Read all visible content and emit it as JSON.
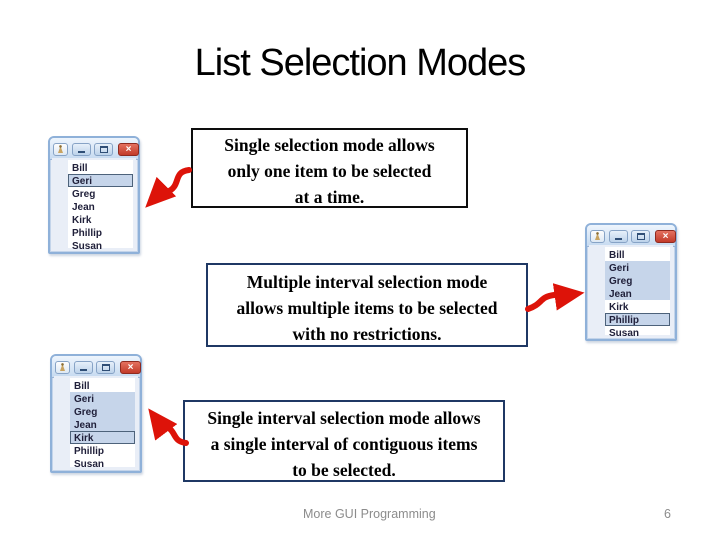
{
  "slide": {
    "title": "List Selection Modes",
    "footer_label": "More GUI Programming",
    "page_number": "6"
  },
  "captions": [
    {
      "lines": [
        "Single selection mode allows",
        "only one item to be selected",
        "at a time."
      ]
    },
    {
      "lines": [
        "Multiple interval selection mode",
        "allows multiple items to be selected",
        "with no restrictions."
      ]
    },
    {
      "lines": [
        "Single interval selection mode allows",
        "a single interval of contiguous items",
        "to be selected."
      ]
    }
  ],
  "list_windows": [
    {
      "mode": "single-selection",
      "items": [
        {
          "label": "Bill"
        },
        {
          "label": "Geri",
          "selected": true,
          "focused": true
        },
        {
          "label": "Greg"
        },
        {
          "label": "Jean"
        },
        {
          "label": "Kirk"
        },
        {
          "label": "Phillip"
        },
        {
          "label": "Susan"
        }
      ]
    },
    {
      "mode": "multiple-interval-selection",
      "items": [
        {
          "label": "Bill"
        },
        {
          "label": "Geri",
          "selected": true
        },
        {
          "label": "Greg",
          "selected": true
        },
        {
          "label": "Jean",
          "selected": true
        },
        {
          "label": "Kirk"
        },
        {
          "label": "Phillip",
          "selected": true,
          "focused": true
        },
        {
          "label": "Susan"
        }
      ]
    },
    {
      "mode": "single-interval-selection",
      "items": [
        {
          "label": "Bill"
        },
        {
          "label": "Geri",
          "selected": true
        },
        {
          "label": "Greg",
          "selected": true
        },
        {
          "label": "Jean",
          "selected": true
        },
        {
          "label": "Kirk",
          "selected": true,
          "focused": true
        },
        {
          "label": "Phillip"
        },
        {
          "label": "Susan"
        }
      ]
    }
  ],
  "window_chrome": {
    "close_glyph": "×"
  },
  "colors": {
    "arrow_red": "#dd1309",
    "selection_bg": "#c6d5ea",
    "selection_focus_border": "#4d627a",
    "window_border": "#8fb1d9",
    "titlebar_gradient_top": "#eef5fd",
    "titlebar_gradient_bottom": "#c6daf0",
    "close_button": "#c23b2a",
    "caption1_border": "#0d0d0d",
    "caption23_border": "#1f3864",
    "footer_gray": "#8c8c8c"
  }
}
